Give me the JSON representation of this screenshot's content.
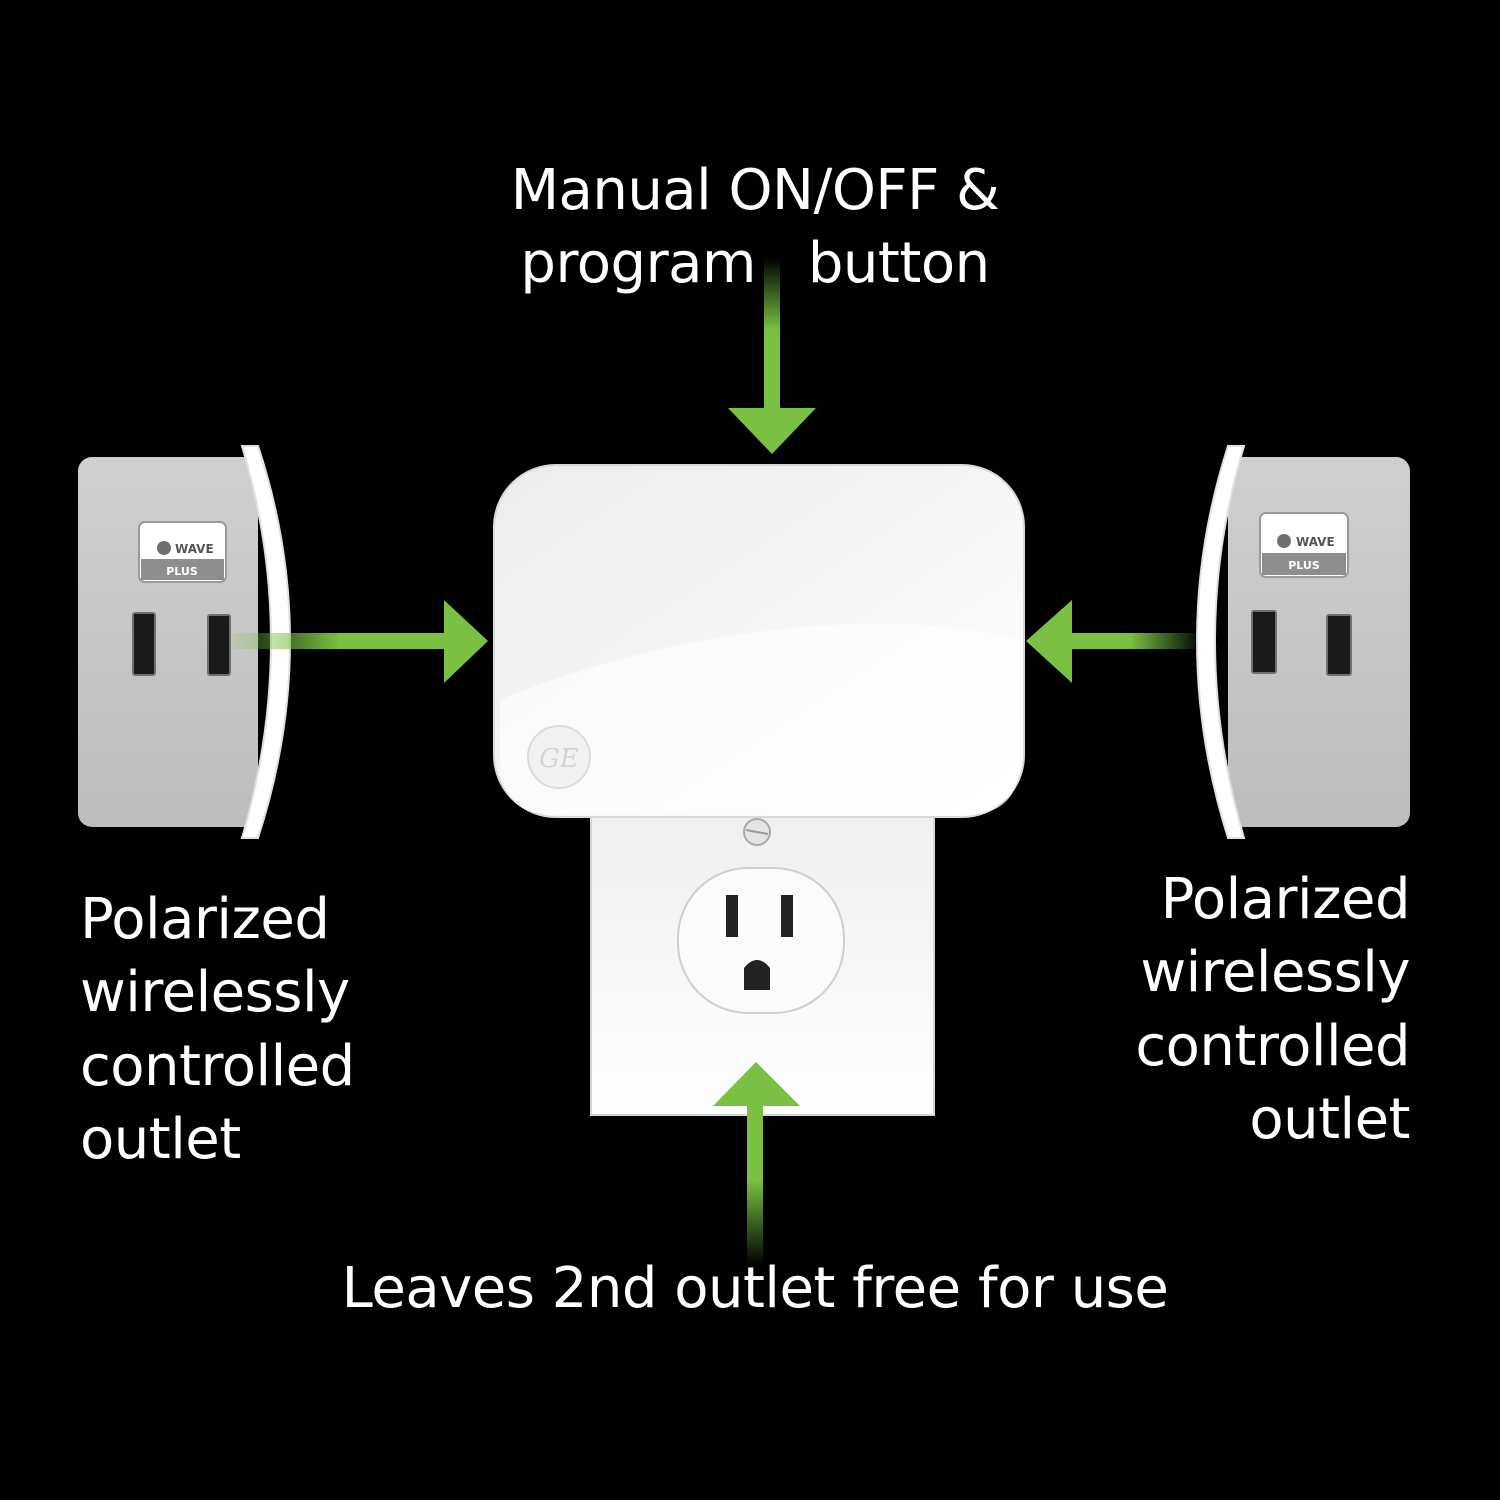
{
  "captions": {
    "top": {
      "line1": "Manual ON/OFF &",
      "line2": "program   button"
    },
    "left": {
      "line1": "Polarized",
      "line2": "wirelessly",
      "line3": "controlled",
      "line4": "outlet"
    },
    "right": {
      "line1": "Polarized",
      "line2": "wirelessly",
      "line3": "controlled",
      "line4": "outlet"
    },
    "bottom": "Leaves 2nd outlet free for use"
  },
  "badges": {
    "left": {
      "brand": "WAVE",
      "tier": "PLUS"
    },
    "right": {
      "brand": "WAVE",
      "tier": "PLUS"
    }
  },
  "logo": {
    "text": "GE"
  },
  "colors": {
    "background": "#000000",
    "arrow": "#7ac143",
    "device": "#f4f4f4",
    "outlet_side": "#c9c9c9"
  },
  "icons": [
    "arrow-down-icon",
    "arrow-right-icon",
    "arrow-left-icon",
    "arrow-up-icon",
    "zwave-plus-logo",
    "ge-logo"
  ]
}
